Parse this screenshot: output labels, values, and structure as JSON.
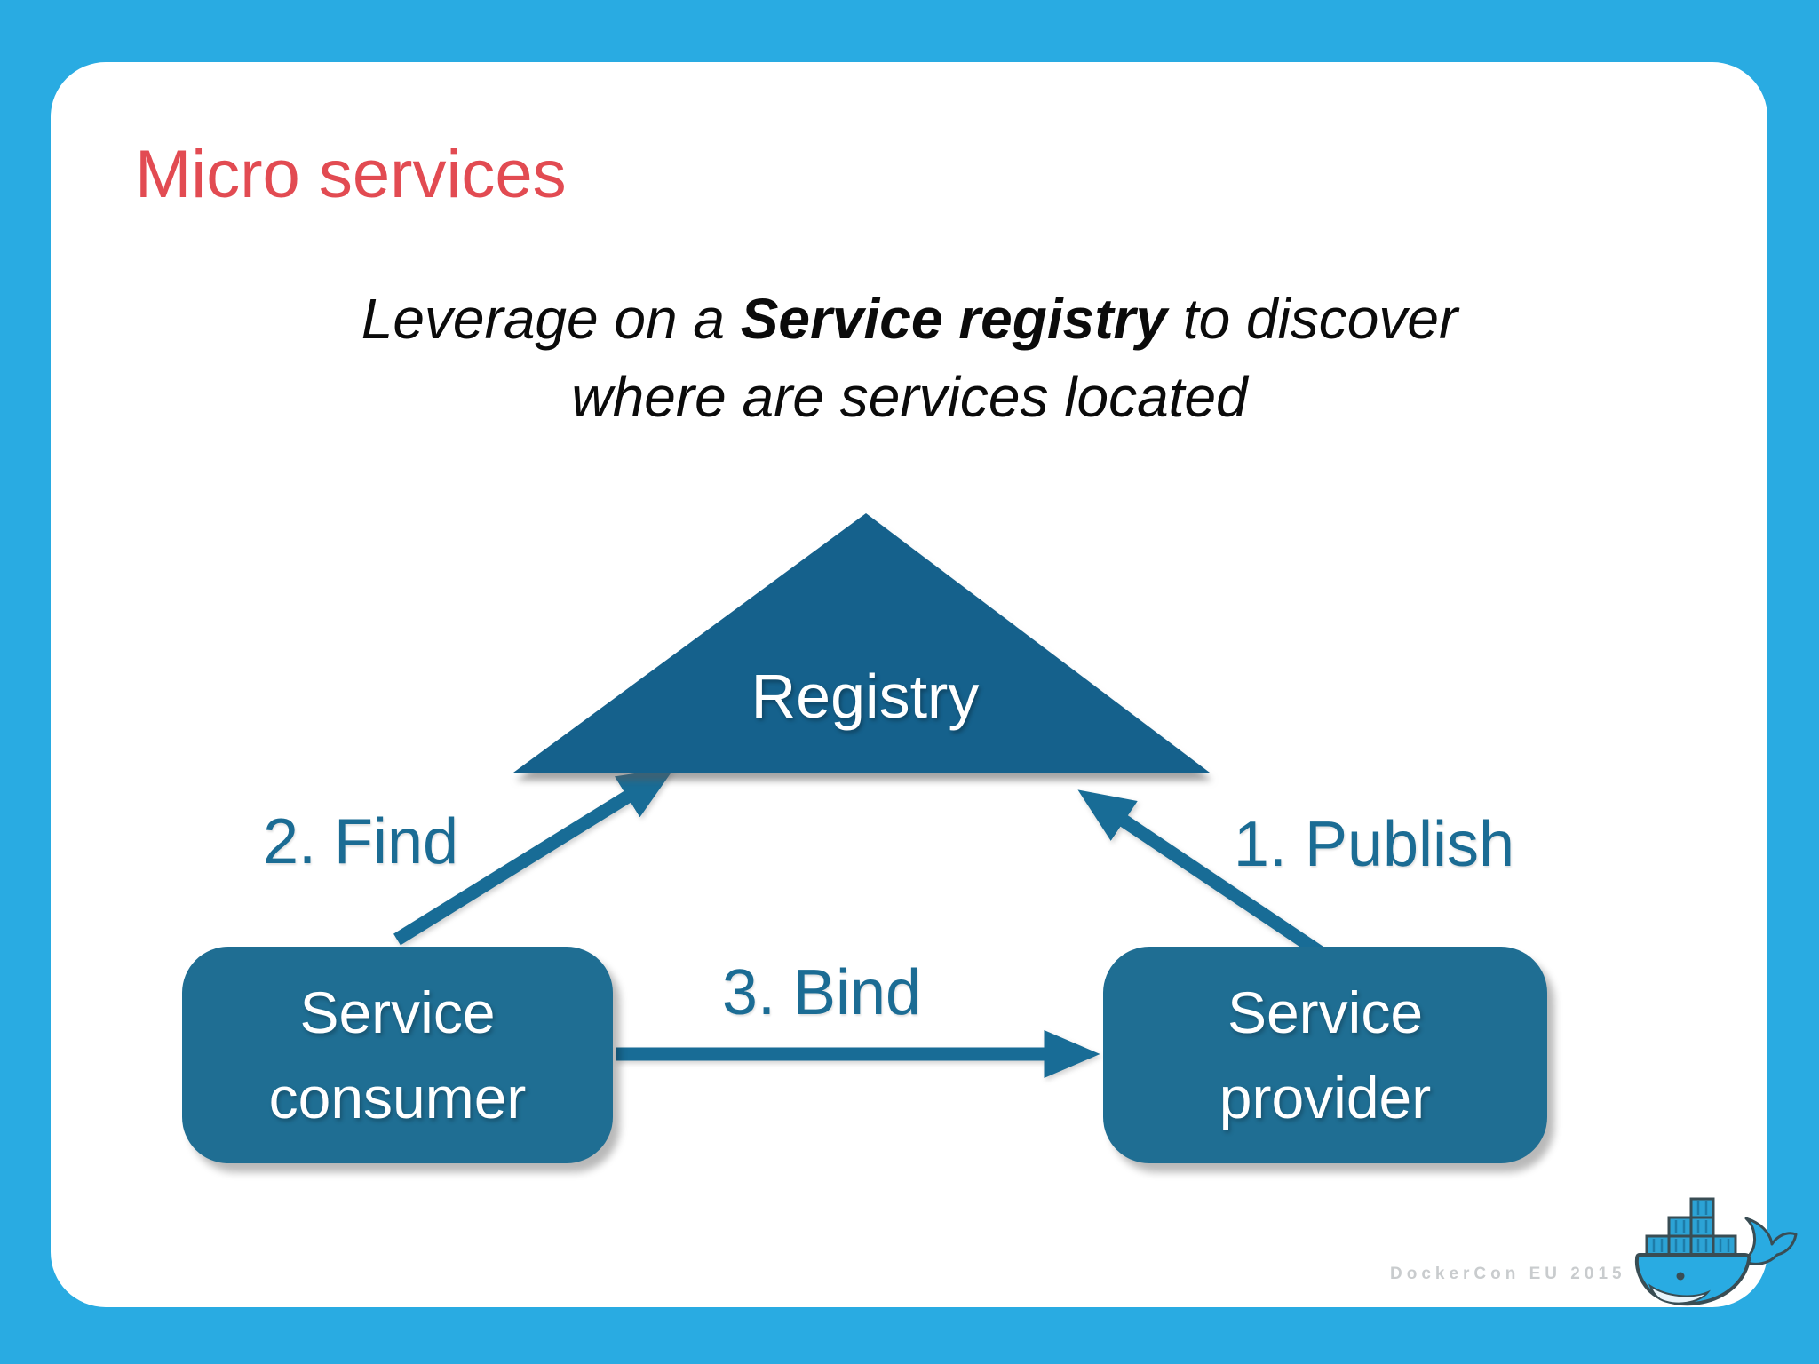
{
  "slide": {
    "title": "Micro services",
    "subtitle": {
      "line1_pre": "Leverage on a ",
      "line1_bold": "Service registry",
      "line1_post": " to discover",
      "line2": "where are services located"
    },
    "diagram": {
      "registry": {
        "label": "Registry"
      },
      "consumer": {
        "line1": "Service",
        "line2": "consumer"
      },
      "provider": {
        "line1": "Service",
        "line2": "provider"
      },
      "steps": {
        "publish": "1. Publish",
        "find": "2. Find",
        "bind": "3. Bind"
      }
    },
    "watermark": "DockerCon EU 2015",
    "logo": {
      "name": "docker-whale-logo"
    },
    "colors": {
      "frame_blue": "#29ABE2",
      "title_red": "#E24B52",
      "triangle_teal": "#15618C",
      "box_teal": "#1F6E93",
      "arrow_teal": "#186C96",
      "watermark_gray": "#C9CCCE"
    }
  }
}
